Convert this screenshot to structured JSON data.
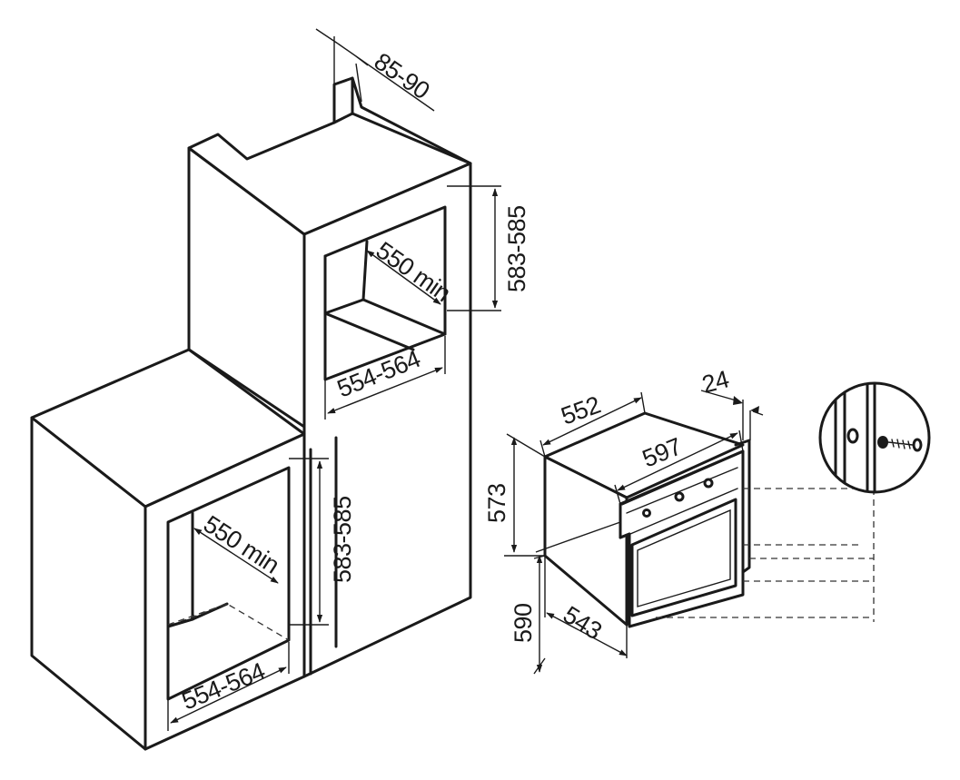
{
  "cabinet": {
    "top_niche": {
      "depth": "85-90",
      "height": "583-585",
      "inner_depth": "550 min",
      "width": "554-564"
    },
    "bottom_niche": {
      "height": "583-585",
      "inner_depth": "550 min",
      "width": "554-564"
    }
  },
  "oven": {
    "depth": "552",
    "front_width": "597",
    "panel_thickness": "24",
    "body_height": "573",
    "total_height": "590",
    "body_depth": "543"
  },
  "colors": {
    "line": "#1a1a1a",
    "background": "#ffffff"
  }
}
